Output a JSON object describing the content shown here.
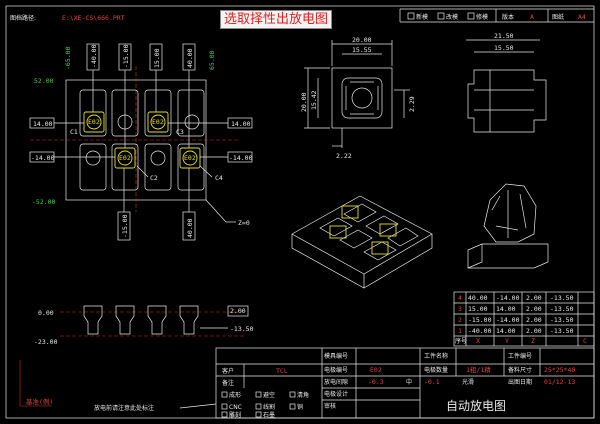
{
  "header": {
    "path_label": "图档路径:",
    "path_value": "E:\\XE-CS\\666.PRT",
    "select_prompt": "选取择性出放电图",
    "checkboxes": [
      "新模",
      "改模",
      "修模"
    ],
    "version_label": "版本",
    "version_value": "A",
    "size_label": "图纸",
    "size_value": "A4"
  },
  "top_view": {
    "dims": {
      "x_neg": "-40.00",
      "x_neg2": "-15.00",
      "x_pos": "15.00",
      "x_pos2": "40.00",
      "y_top": "52.00",
      "y_bot": "-52.00",
      "left_top": "14.00",
      "left_bot": "-14.00",
      "right_top": "14.00",
      "right_bot": "-14.00",
      "x_label_left": "-65.00",
      "x_label_right": "65.00",
      "bottom_neg": "-15.00",
      "bottom_pos": "40.00"
    },
    "electrode_label": "E02",
    "callouts": [
      "C1",
      "C2",
      "C3",
      "C4"
    ],
    "z_label": "Z=0"
  },
  "detail_view": {
    "width_outer": "20.00",
    "width_inner": "15.55",
    "height_outer": "20.00",
    "height_inner": "15.42",
    "side": "2.29",
    "bottom": "2.22"
  },
  "side_detail": {
    "width_outer": "21.50",
    "width_inner": "15.50"
  },
  "front_view": {
    "top_dim": "0.00",
    "top_right": "2.00",
    "mid_right": "-13.50",
    "bottom": "-23.00"
  },
  "coord_table": {
    "rows": [
      {
        "no": "4",
        "x": "40.00",
        "y": "-14.00",
        "z": "2.00",
        "d": "-13.50"
      },
      {
        "no": "3",
        "x": "15.00",
        "y": "14.00",
        "z": "2.00",
        "d": "-13.50"
      },
      {
        "no": "2",
        "x": "-15.00",
        "y": "-14.00",
        "z": "2.00",
        "d": "-13.50"
      },
      {
        "no": "1",
        "x": "-40.00",
        "y": "14.00",
        "z": "2.00",
        "d": "-13.50"
      }
    ],
    "footer": [
      "序号",
      "X",
      "Y",
      "Z",
      "C"
    ]
  },
  "title_block": {
    "customer_label": "客户",
    "customer_value": "TCL",
    "remark_label": "备注",
    "mold_no_label": "模具编号",
    "electrode_no_label": "电极编号",
    "electrode_no_value": "E02",
    "gap_label": "放电间隙",
    "gap_value": "-0.3",
    "gap_mid": "中",
    "design_label": "电极设计",
    "check_label": "审核",
    "workpiece_label": "工件名称",
    "qty_label": "电极数量",
    "qty_value": "1粗/1精",
    "fine_gap": "-0.1",
    "finish_label": "光滑",
    "part_no_label": "工件编号",
    "material_label": "备料尺寸",
    "material_value": "25*25*40",
    "date_label": "出图日期",
    "date_value": "01/12-13",
    "note": "放电前请注意此处标注",
    "corner_label": "基准(例)",
    "options": [
      "成形",
      "避空",
      "清角",
      "CNC",
      "线割",
      "铜",
      "雕刻",
      "石墨"
    ],
    "main_title": "自动放电图"
  }
}
